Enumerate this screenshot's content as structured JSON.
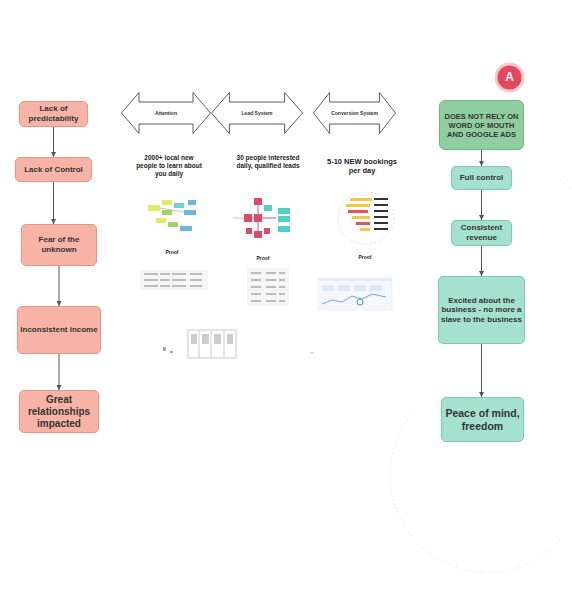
{
  "diagram": {
    "nodes": [
      {
        "text": [
          "Lack of predictability"
        ]
      },
      {
        "text": [
          "Lack of Control"
        ]
      },
      {
        "text": [
          "Fear of the unknown"
        ]
      },
      {
        "text": [
          "inconsistent income"
        ]
      },
      {
        "text": [
          "Great relationships impacted"
        ]
      },
      {
        "text": [
          "Attention"
        ]
      },
      {
        "text": [
          "Lead System"
        ]
      },
      {
        "text": [
          "Conversion System"
        ]
      },
      {
        "text": [
          "A"
        ]
      },
      {
        "text": [
          "DOES NOT RELY ON WORD OF MOUTH AND GOOGLE ADS"
        ]
      },
      {
        "text": [
          "Full control"
        ]
      },
      {
        "text": [
          "Consistent revenue"
        ]
      },
      {
        "text": [
          "Excited about the business - no more a slave to the business"
        ]
      },
      {
        "text": [
          "Peace of mind, freedom"
        ]
      }
    ],
    "edges": [
      {
        "from": 0,
        "to": 1,
        "arrow": "to"
      },
      {
        "from": 1,
        "to": 2,
        "arrow": "to"
      },
      {
        "from": 2,
        "to": 3,
        "arrow": "to"
      },
      {
        "from": 3,
        "to": 4,
        "arrow": "to"
      },
      {
        "from": 9,
        "to": 10,
        "arrow": "to"
      },
      {
        "from": 10,
        "to": 11,
        "arrow": "to"
      },
      {
        "from": 11,
        "to": 12,
        "arrow": "to"
      },
      {
        "from": 12,
        "to": 13,
        "arrow": "to"
      }
    ],
    "labels": [
      "2000+ local new people to learn about you daily",
      "30 people interested daily, qualified leads",
      "5-10 NEW bookings per day",
      "Proof",
      "Proof",
      "Proof"
    ]
  }
}
